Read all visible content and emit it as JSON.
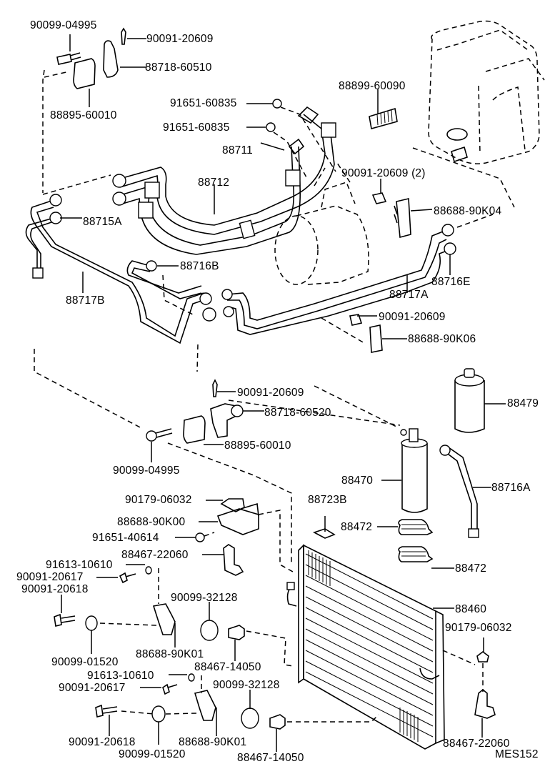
{
  "diagram": {
    "title": "Air Conditioner Piping / Condenser Parts Diagram",
    "code": "MES152",
    "labels": {
      "p90099_04995_top": "90099-04995",
      "p90091_20609_top": "90091-20609",
      "p88718_60510": "88718-60510",
      "p88895_60010_top": "88895-60010",
      "p91651_60835_a": "91651-60835",
      "p91651_60835_b": "91651-60835",
      "p88711": "88711",
      "p88899_60090": "88899-60090",
      "p88712": "88712",
      "p90091_20609_2": "90091-20609 (2)",
      "p88715A": "88715A",
      "p88688_90K04": "88688-90K04",
      "p88716B": "88716B",
      "p88716E": "88716E",
      "p88717B": "88717B",
      "p88717A": "88717A",
      "p90091_20609_mid": "90091-20609",
      "p88688_90K06": "88688-90K06",
      "p90091_20609_low": "90091-20609",
      "p88718_60520": "88718-60520",
      "p88479": "88479",
      "p88895_60010_low": "88895-60010",
      "p90099_04995_low": "90099-04995",
      "p88470": "88470",
      "p88716A": "88716A",
      "p90179_06032_a": "90179-06032",
      "p88723B": "88723B",
      "p88688_90K00": "88688-90K00",
      "p88472_a": "88472",
      "p91651_40614": "91651-40614",
      "p88467_22060_a": "88467-22060",
      "p88472_b": "88472",
      "p91613_10610_a": "91613-10610",
      "p90091_20617_a": "90091-20617",
      "p90091_20618_a": "90091-20618",
      "p90099_32128_a": "90099-32128",
      "p88460": "88460",
      "p90179_06032_b": "90179-06032",
      "p90099_01520_a": "90099-01520",
      "p88688_90K01_a": "88688-90K01",
      "p88467_14050_a": "88467-14050",
      "p91613_10610_b": "91613-10610",
      "p90091_20617_b": "90091-20617",
      "p90099_32128_b": "90099-32128",
      "p90091_20618_b": "90091-20618",
      "p88688_90K01_b": "88688-90K01",
      "p88467_22060_b": "88467-22060",
      "p90099_01520_b": "90099-01520",
      "p88467_14050_b": "88467-14050"
    }
  }
}
